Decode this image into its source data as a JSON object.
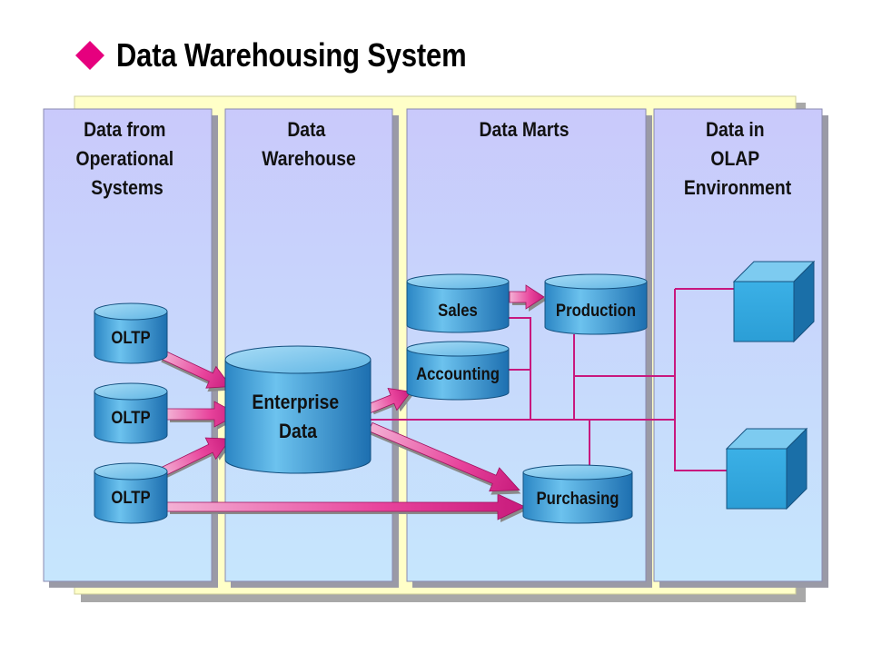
{
  "title": "Data Warehousing System",
  "colors": {
    "bullet": "#e6007e",
    "backdrop": "#ffffc8",
    "column_fill": "#c9cdfb",
    "cylinder": "#3fa1d6",
    "arrow": "#e8449c",
    "connector": "#c8187e",
    "cube": "#2ea3db"
  },
  "columns": [
    {
      "id": "operational",
      "label_lines": [
        "Data from",
        "Operational",
        "Systems"
      ]
    },
    {
      "id": "warehouse",
      "label_lines": [
        "Data",
        "Warehouse"
      ]
    },
    {
      "id": "marts",
      "label_lines": [
        "Data Marts"
      ]
    },
    {
      "id": "olap",
      "label_lines": [
        "Data in",
        "OLAP",
        "Environment"
      ]
    }
  ],
  "sources": [
    "OLTP",
    "OLTP",
    "OLTP"
  ],
  "warehouse": {
    "label_lines": [
      "Enterprise",
      "Data"
    ]
  },
  "marts": {
    "sales": "Sales",
    "production": "Production",
    "accounting": "Accounting",
    "purchasing": "Purchasing"
  },
  "olap_cubes": 2
}
